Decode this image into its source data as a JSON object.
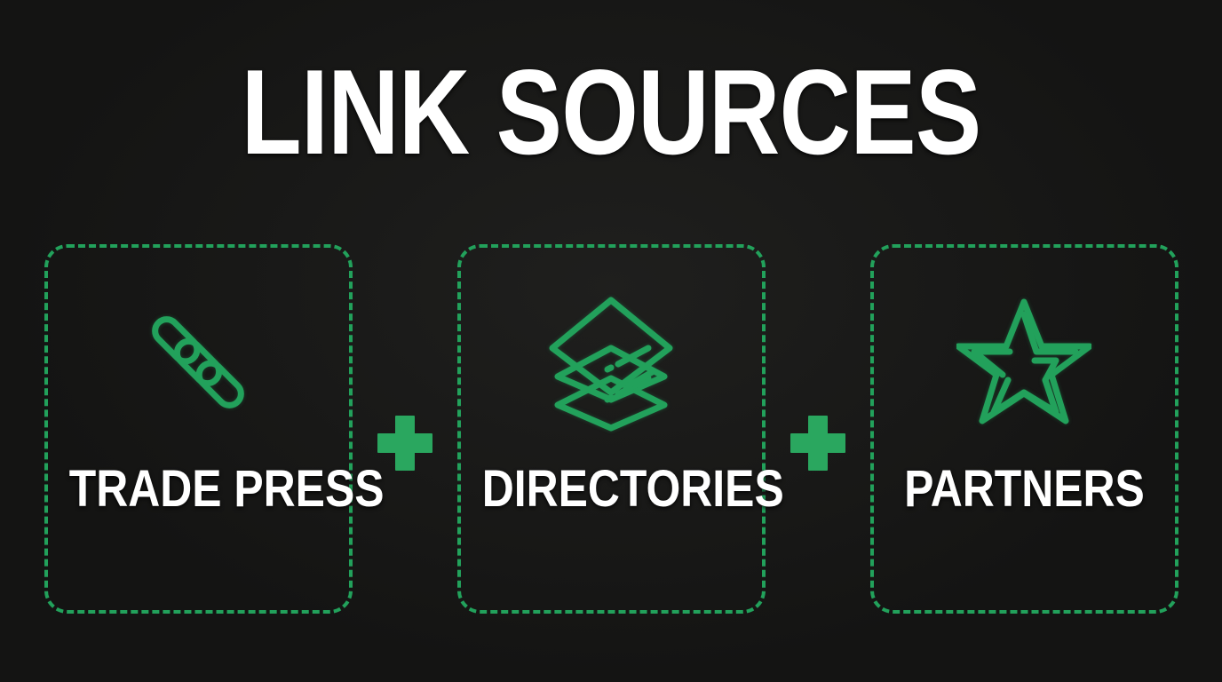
{
  "slide": {
    "title": "LINK SOURCES",
    "background_color": "#141413",
    "accent_green": "#22a15b",
    "plus_green": "#2aa75f",
    "text_color": "#ffffff"
  },
  "cards": [
    {
      "label": "TRADE PRESS",
      "icon": "chain-link-icon"
    },
    {
      "label": "DIRECTORIES",
      "icon": "layers-stack-icon"
    },
    {
      "label": "PARTNERS",
      "icon": "star-outline-icon"
    }
  ],
  "connectors": [
    {
      "symbol": "+",
      "name": "plus-icon"
    },
    {
      "symbol": "+",
      "name": "plus-icon"
    }
  ]
}
